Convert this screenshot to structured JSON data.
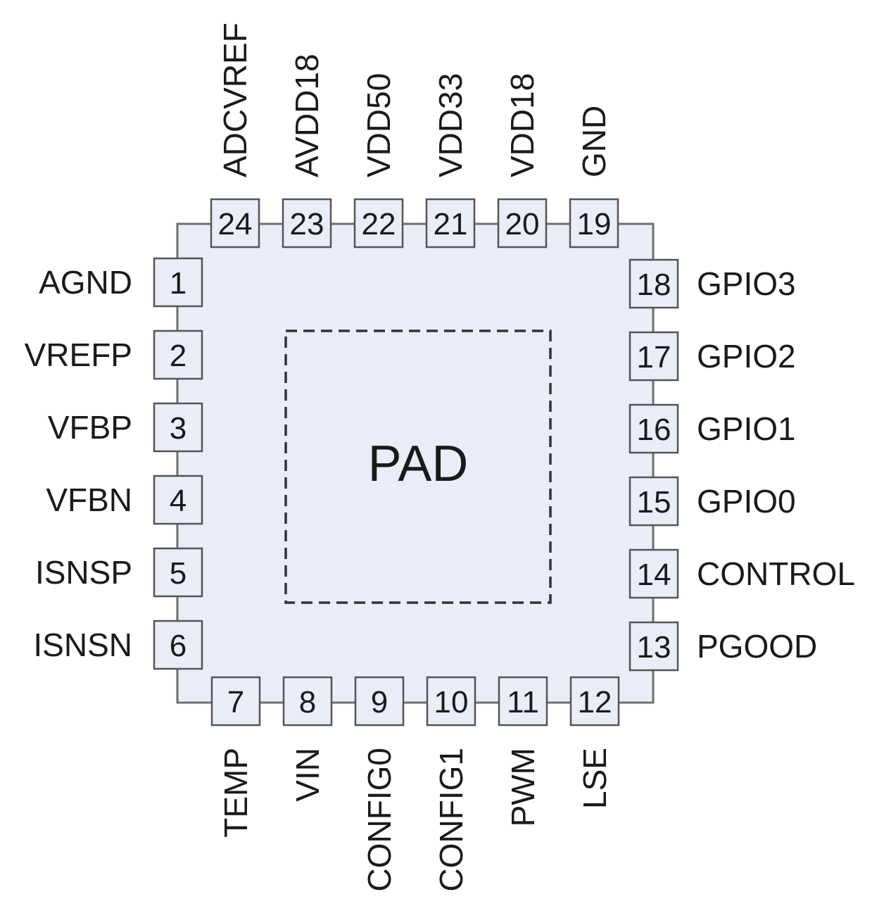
{
  "center_label": "PAD",
  "pins": {
    "left": [
      {
        "number": "1",
        "name": "AGND"
      },
      {
        "number": "2",
        "name": "VREFP"
      },
      {
        "number": "3",
        "name": "VFBP"
      },
      {
        "number": "4",
        "name": "VFBN"
      },
      {
        "number": "5",
        "name": "ISNSP"
      },
      {
        "number": "6",
        "name": "ISNSN"
      }
    ],
    "bottom": [
      {
        "number": "7",
        "name": "TEMP"
      },
      {
        "number": "8",
        "name": "VIN"
      },
      {
        "number": "9",
        "name": "CONFIG0"
      },
      {
        "number": "10",
        "name": "CONFIG1"
      },
      {
        "number": "11",
        "name": "PWM"
      },
      {
        "number": "12",
        "name": "LSE"
      }
    ],
    "right": [
      {
        "number": "13",
        "name": "PGOOD"
      },
      {
        "number": "14",
        "name": "CONTROL"
      },
      {
        "number": "15",
        "name": "GPIO0"
      },
      {
        "number": "16",
        "name": "GPIO1"
      },
      {
        "number": "17",
        "name": "GPIO2"
      },
      {
        "number": "18",
        "name": "GPIO3"
      }
    ],
    "top": [
      {
        "number": "19",
        "name": "GND"
      },
      {
        "number": "20",
        "name": "VDD18"
      },
      {
        "number": "21",
        "name": "VDD33"
      },
      {
        "number": "22",
        "name": "VDD50"
      },
      {
        "number": "23",
        "name": "AVDD18"
      },
      {
        "number": "24",
        "name": "ADCVREF"
      }
    ]
  }
}
